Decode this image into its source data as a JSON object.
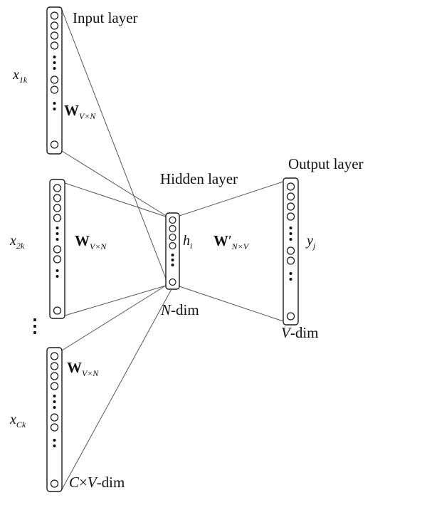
{
  "labels": {
    "input_layer": "Input layer",
    "hidden_layer": "Hidden layer",
    "output_layer": "Output layer",
    "x1k": {
      "base": "x",
      "sub": "1k"
    },
    "x2k": {
      "base": "x",
      "sub": "2k"
    },
    "xCk": {
      "base": "x",
      "sub": "Ck"
    },
    "w_input1": {
      "base": "W",
      "sub": "V×N"
    },
    "w_input2": {
      "base": "W",
      "sub": "V×N"
    },
    "w_input3": {
      "base": "W",
      "sub": "V×N"
    },
    "w_prime": {
      "base": "W",
      "prime": "′",
      "sub": "N×V"
    },
    "h": {
      "base": "h",
      "sub": "i"
    },
    "y": {
      "base": "y",
      "sub": "j"
    },
    "n_dim": {
      "var": "N",
      "rest": "-dim"
    },
    "v_dim": {
      "var": "V",
      "rest": "-dim"
    },
    "cv_dim": {
      "var1": "C",
      "times": "×",
      "var2": "V",
      "rest": "-dim"
    },
    "ellipsis": "⋮"
  },
  "colors": {
    "background": "#ffffff",
    "node_stroke": "#1a1a1a",
    "connection_line": "#555555",
    "text": "#111111"
  }
}
